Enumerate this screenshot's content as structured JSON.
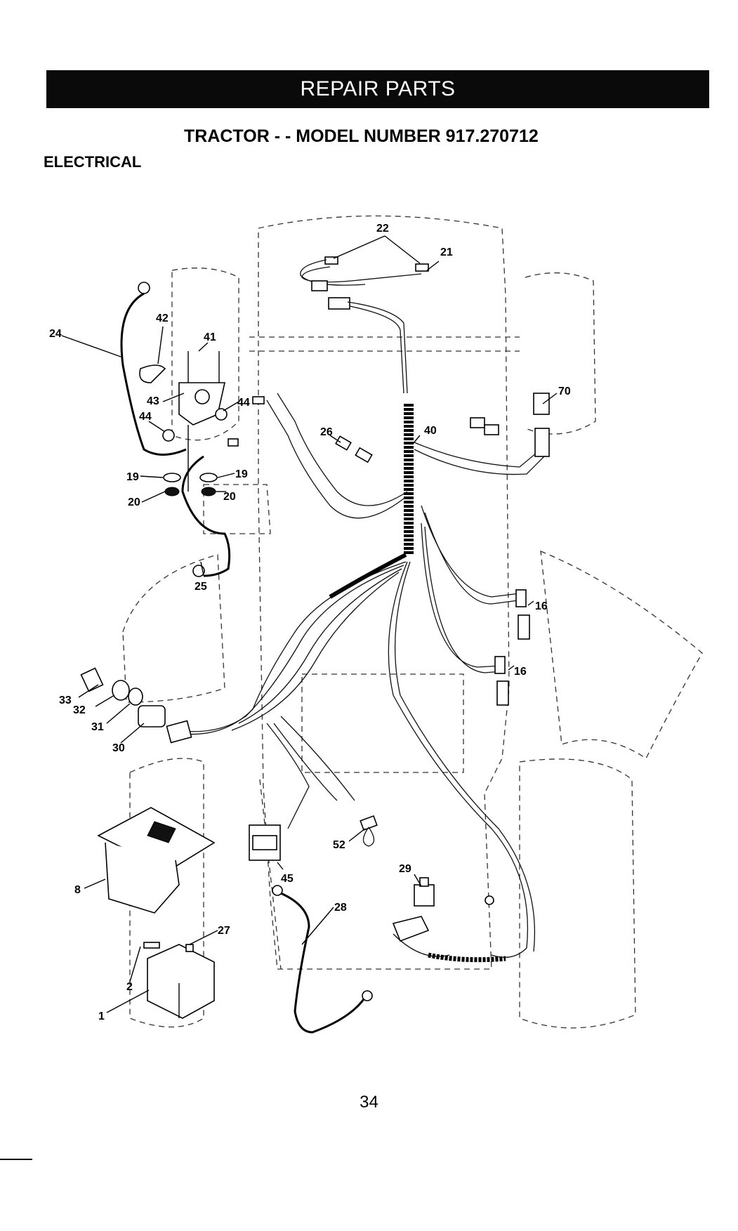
{
  "header": {
    "banner": "REPAIR PARTS",
    "subtitle": "TRACTOR - - MODEL NUMBER 917.270712",
    "section": "ELECTRICAL"
  },
  "callouts": {
    "c1": "1",
    "c2": "2",
    "c8": "8",
    "c16a": "16",
    "c16b": "16",
    "c19a": "19",
    "c19b": "19",
    "c20a": "20",
    "c20b": "20",
    "c21": "21",
    "c22": "22",
    "c24": "24",
    "c25": "25",
    "c26": "26",
    "c27": "27",
    "c28": "28",
    "c29": "29",
    "c30": "30",
    "c31": "31",
    "c32": "32",
    "c33": "33",
    "c40": "40",
    "c41": "41",
    "c42": "42",
    "c43": "43",
    "c44a": "44",
    "c44b": "44",
    "c45": "45",
    "c52": "52",
    "c70": "70"
  },
  "footer": {
    "page_number": "34"
  }
}
